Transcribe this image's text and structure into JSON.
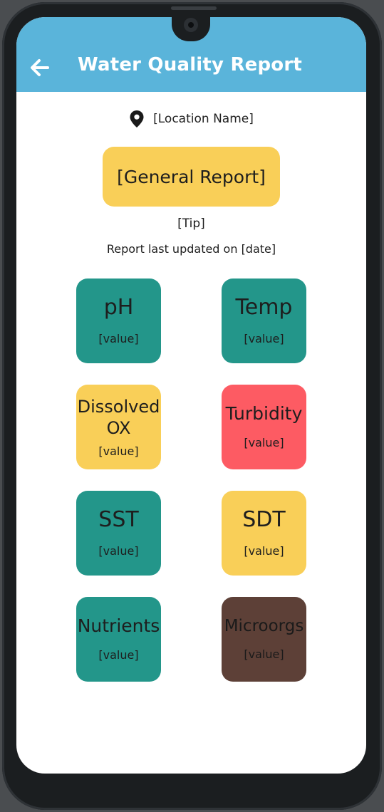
{
  "header": {
    "title": "Water Quality Report",
    "back_icon": "arrow-left-icon",
    "color": "#5ab4da"
  },
  "location": {
    "icon": "map-pin-icon",
    "name": "[Location Name]"
  },
  "general_report": {
    "label": "[General Report]",
    "color": "#f9cf58"
  },
  "tip": "[Tip]",
  "updated": "Report last updated on [date]",
  "metrics": [
    {
      "name": "pH",
      "value": "[value]",
      "color": "#23968a"
    },
    {
      "name": "Temp",
      "value": "[value]",
      "color": "#23968a"
    },
    {
      "name": "Dissolved OX",
      "value": "[value]",
      "color": "#f9cf58"
    },
    {
      "name": "Turbidity",
      "value": "[value]",
      "color": "#fd5b63"
    },
    {
      "name": "SST",
      "value": "[value]",
      "color": "#23968a"
    },
    {
      "name": "SDT",
      "value": "[value]",
      "color": "#f9cf58"
    },
    {
      "name": "Nutrients",
      "value": "[value]",
      "color": "#23968a"
    },
    {
      "name": "Microorgs",
      "value": "[value]",
      "color": "#5d4037"
    }
  ]
}
